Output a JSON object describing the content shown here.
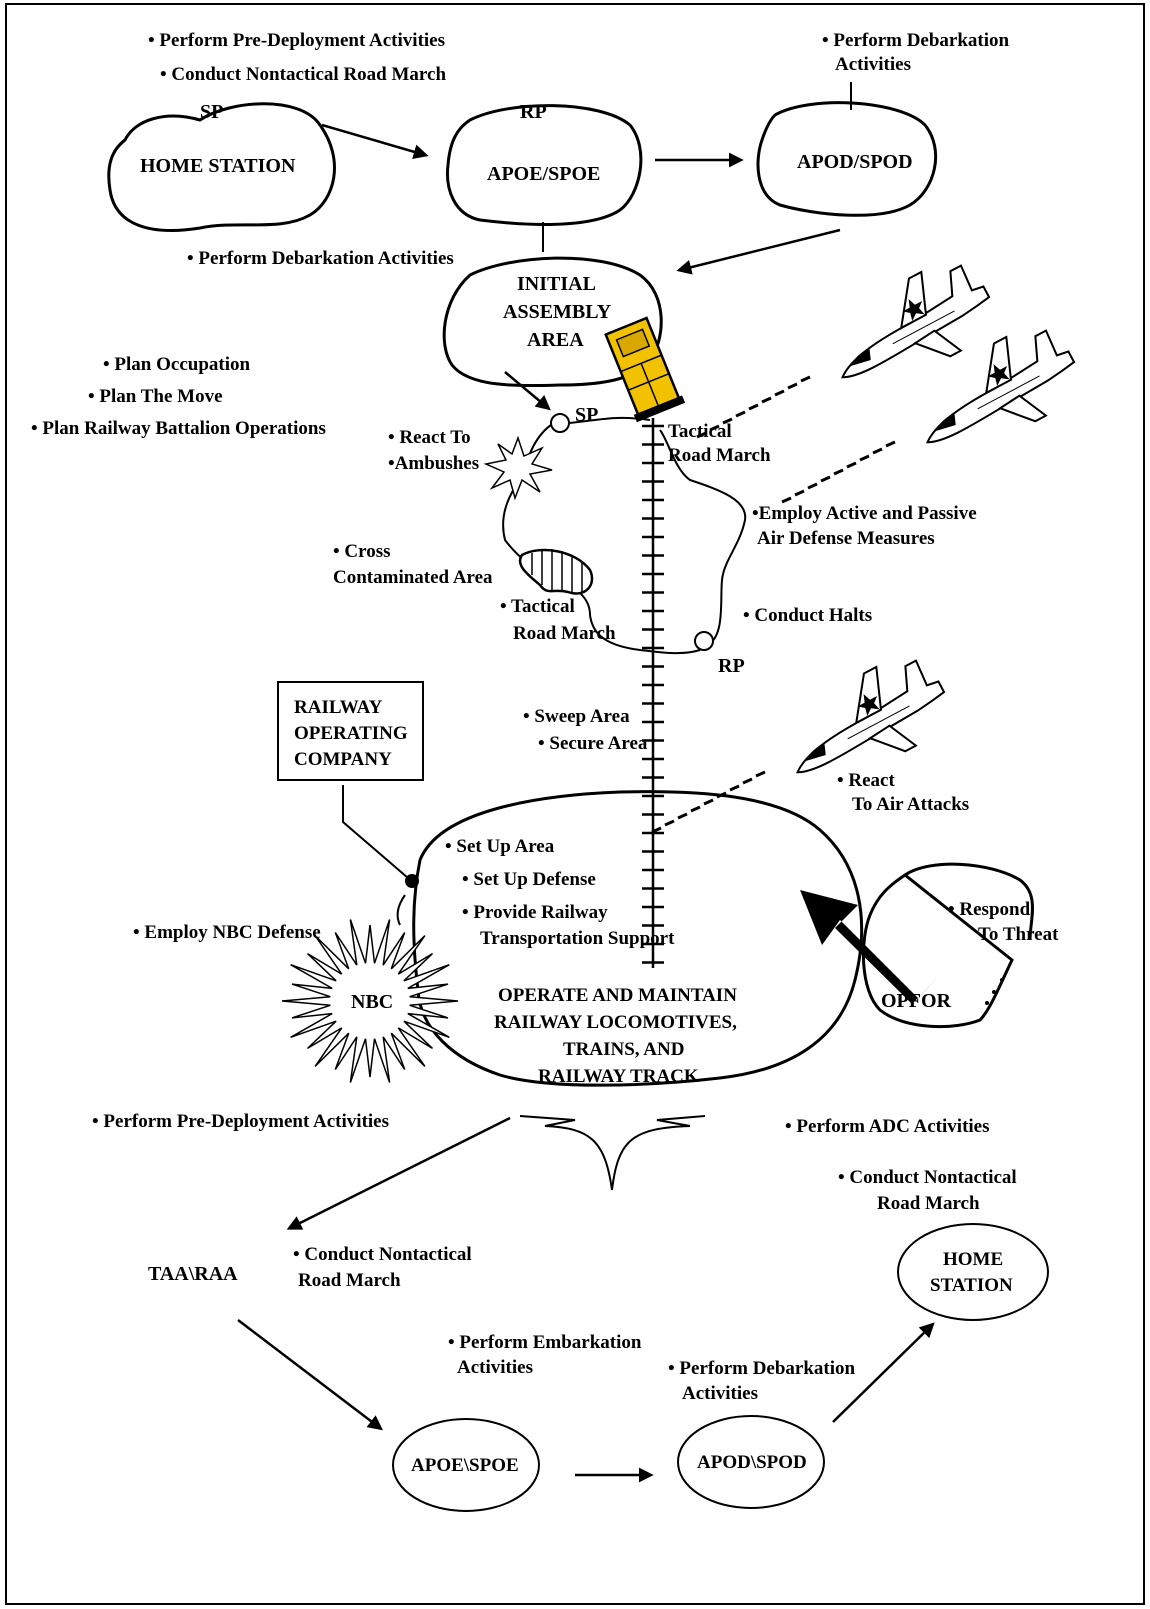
{
  "top": {
    "home_notes": [
      "• Perform Pre-Deployment Activities",
      "• Conduct Nontactical Road March"
    ],
    "sp": "SP",
    "home_station": "HOME STATION",
    "rp": "RP",
    "apoe_spoe": "APOE/SPOE",
    "apod_spod": "APOD/SPOD",
    "debark_note_right": [
      "• Perform Debarkation",
      "Activities"
    ],
    "debark_note_left": "• Perform Debarkation Activities"
  },
  "assembly": {
    "label": [
      "INITIAL",
      "ASSEMBLY",
      "AREA"
    ],
    "plans": [
      "• Plan Occupation",
      "• Plan The Move",
      "• Plan Railway Battalion Operations"
    ],
    "sp": "SP"
  },
  "march": {
    "react_ambush": [
      "• React To",
      "•Ambushes"
    ],
    "cross": [
      "•  Cross",
      "Contaminated Area"
    ],
    "tactical_left": [
      "• Tactical",
      "Road March"
    ],
    "tactical_right": [
      "Tactical",
      "Road March"
    ],
    "air_defense": [
      "•Employ Active and Passive",
      "Air Defense Measures"
    ],
    "halts": "• Conduct Halts",
    "rp": "RP",
    "sweep": "•  Sweep Area",
    "secure": "• Secure Area"
  },
  "operations": {
    "company": [
      "RAILWAY",
      "OPERATING",
      "COMPANY"
    ],
    "react_air": [
      "• React",
      "To Air Attacks"
    ],
    "set_up_area": "• Set Up Area",
    "set_up_defense": "•  Set Up Defense",
    "provide": [
      "•  Provide Railway",
      "Transportation Support"
    ],
    "nbc_defense": "• Employ NBC Defense",
    "nbc": "NBC",
    "operate": [
      "OPERATE AND MAINTAIN",
      "RAILWAY LOCOMOTIVES,",
      "TRAINS, AND",
      "RAILWAY TRACK"
    ],
    "respond": [
      "• Respond",
      "To Threat"
    ],
    "opfor": "OPFOR"
  },
  "bottom": {
    "predeploy": "• Perform Pre-Deployment Activities",
    "adc": "• Perform ADC Activities",
    "conduct_right": [
      "• Conduct   Nontactical",
      "Road March"
    ],
    "home_station": [
      "HOME",
      "STATION"
    ],
    "taa": "TAA\\RAA",
    "conduct_left": [
      "• Conduct   Nontactical",
      "Road March"
    ],
    "embark": [
      "• Perform Embarkation",
      "Activities"
    ],
    "debark": [
      "• Perform Debarkation",
      "Activities"
    ],
    "apoe": "APOE\\SPOE",
    "apod": "APOD\\SPOD"
  },
  "colors": {
    "locomotive": "#f2c200",
    "ink": "#000000"
  }
}
